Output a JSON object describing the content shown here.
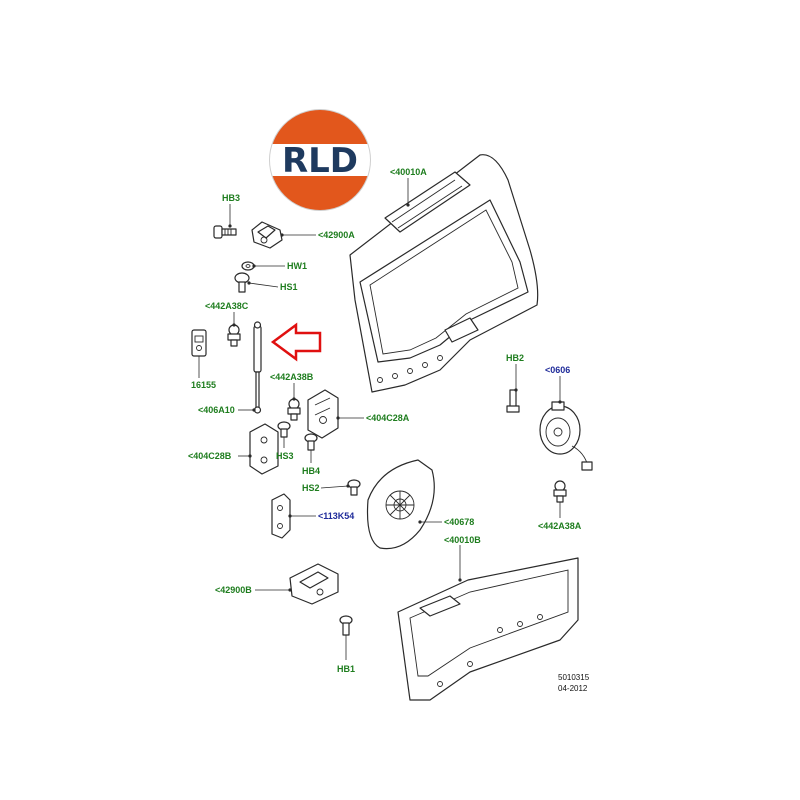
{
  "logo": {
    "text": "RLD",
    "top_color": "#e2571c",
    "bottom_color": "#e2571c",
    "text_color": "#1e3a5f"
  },
  "colors": {
    "label_green": "#1e7d1e",
    "label_blue": "#1f2b9a",
    "arrow_red": "#e01010"
  },
  "labels": {
    "hb3": "HB3",
    "p42900a": "<42900A",
    "hw1": "HW1",
    "hs1": "HS1",
    "p442a38c": "<442A38C",
    "p16155": "16155",
    "p442a38b": "<442A38B",
    "p406a10": "<406A10",
    "p404c28a": "<404C28A",
    "p404c28b": "<404C28B",
    "hs3": "HS3",
    "hb4": "HB4",
    "hs2": "HS2",
    "p113k54": "<113K54",
    "p40678": "<40678",
    "p40010b": "<40010B",
    "p42900b": "<42900B",
    "hb1": "HB1",
    "p40010a": "<40010A",
    "hb2": "HB2",
    "p0606": "<0606",
    "p442a38a": "<442A38A"
  },
  "footer": {
    "drawing_number": "5010315",
    "date": "04-2012"
  }
}
